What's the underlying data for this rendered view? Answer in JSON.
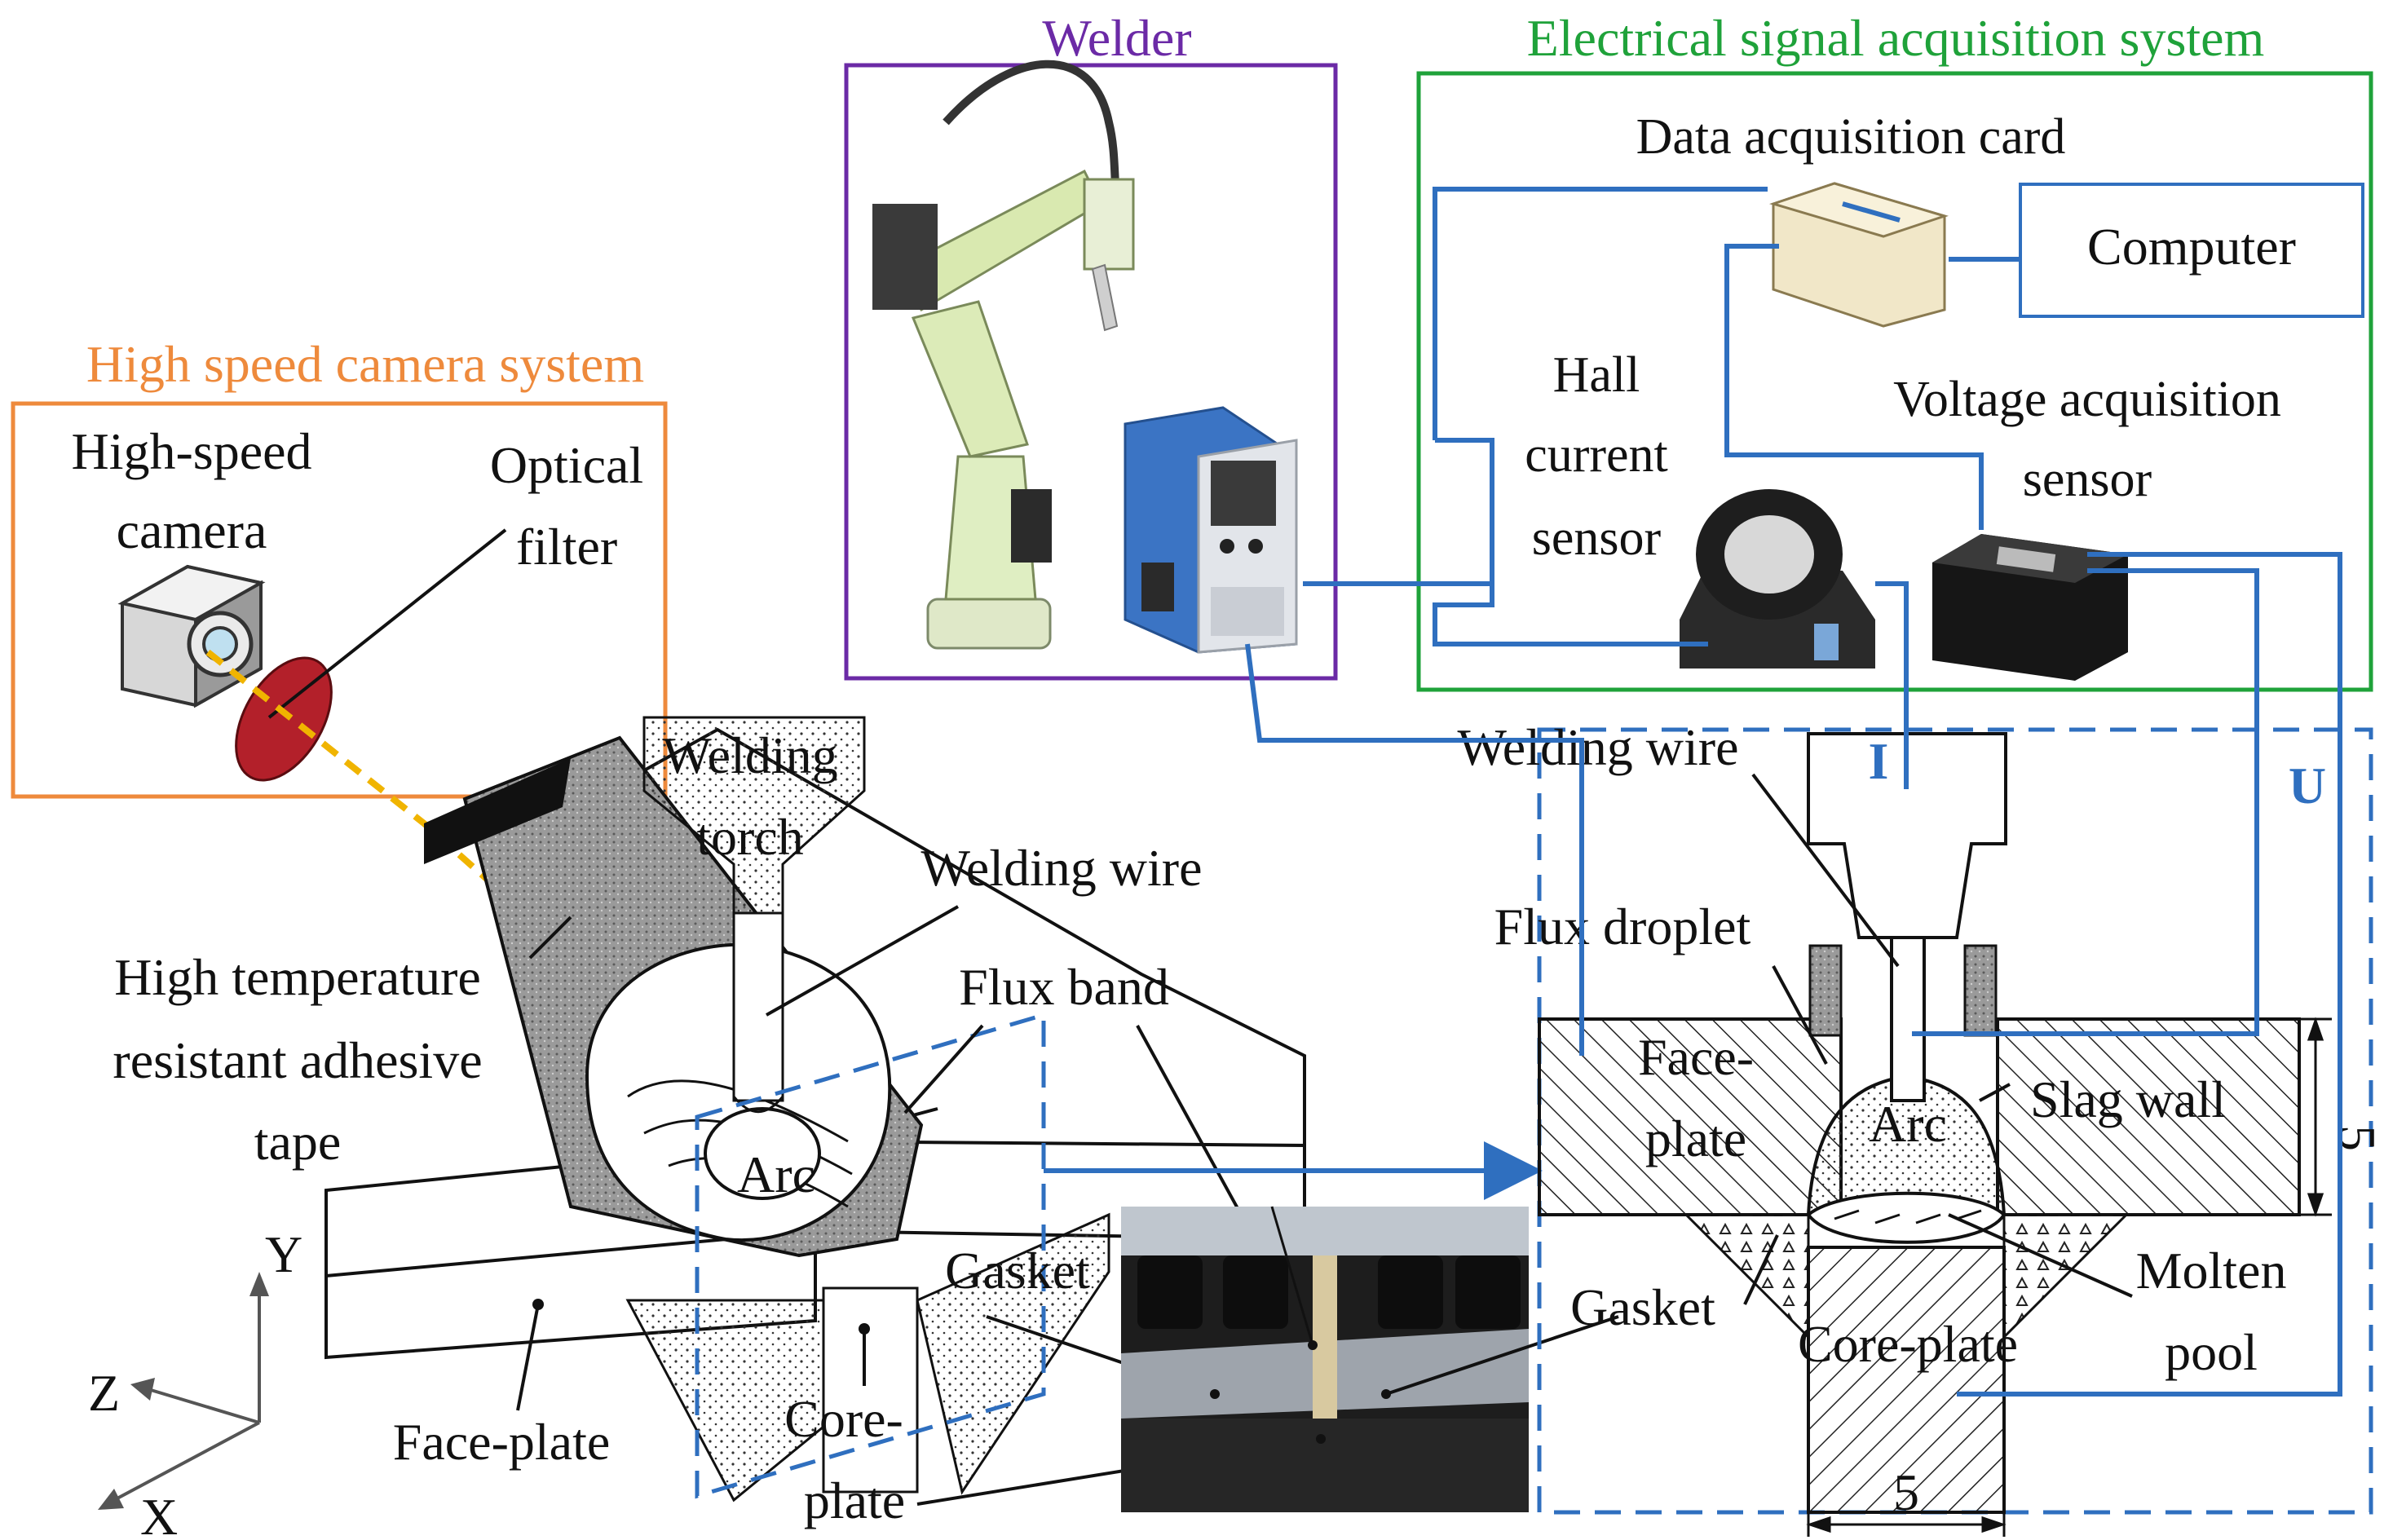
{
  "titles": {
    "welder": "Welder",
    "electrical": "Electrical signal acquisition system",
    "camera_system": "High speed camera system"
  },
  "camera_box": {
    "camera_line1": "High-speed",
    "camera_line2": "camera",
    "filter_line1": "Optical",
    "filter_line2": "filter"
  },
  "electrical_box": {
    "daq": "Data acquisition card",
    "computer": "Computer",
    "hall_line1": "Hall",
    "hall_line2": "current",
    "hall_line3": "sensor",
    "voltage_line1": "Voltage acquisition",
    "voltage_line2": "sensor"
  },
  "left_diagram": {
    "torch_line1": "Welding",
    "torch_line2": "torch",
    "wire": "Welding wire",
    "tape_line1": "High temperature",
    "tape_line2": "resistant adhesive",
    "tape_line3": "tape",
    "flux_band": "Flux band",
    "arc": "Arc",
    "gasket": "Gasket",
    "face_plate": "Face-plate",
    "core_line1": "Core-",
    "core_line2": "plate",
    "axis_y": "Y",
    "axis_z": "Z",
    "axis_x": "X"
  },
  "right_diagram": {
    "wire": "Welding wire",
    "current_symbol": "I",
    "voltage_symbol": "U",
    "flux_droplet": "Flux droplet",
    "face_line1": "Face-",
    "face_line2": "plate",
    "arc": "Arc",
    "slag_wall": "Slag wall",
    "dim_vertical": "5",
    "gasket": "Gasket",
    "molten_line1": "Molten",
    "molten_line2": "pool",
    "core_plate": "Core-plate",
    "dim_horizontal": "5"
  },
  "colors": {
    "camera_system": "#ee8a3c",
    "welder": "#6b2aa6",
    "electrical": "#1fa23a",
    "signal_wire": "#2f6fbf",
    "laser_path": "#f0b400",
    "filter": "#b3202a"
  }
}
